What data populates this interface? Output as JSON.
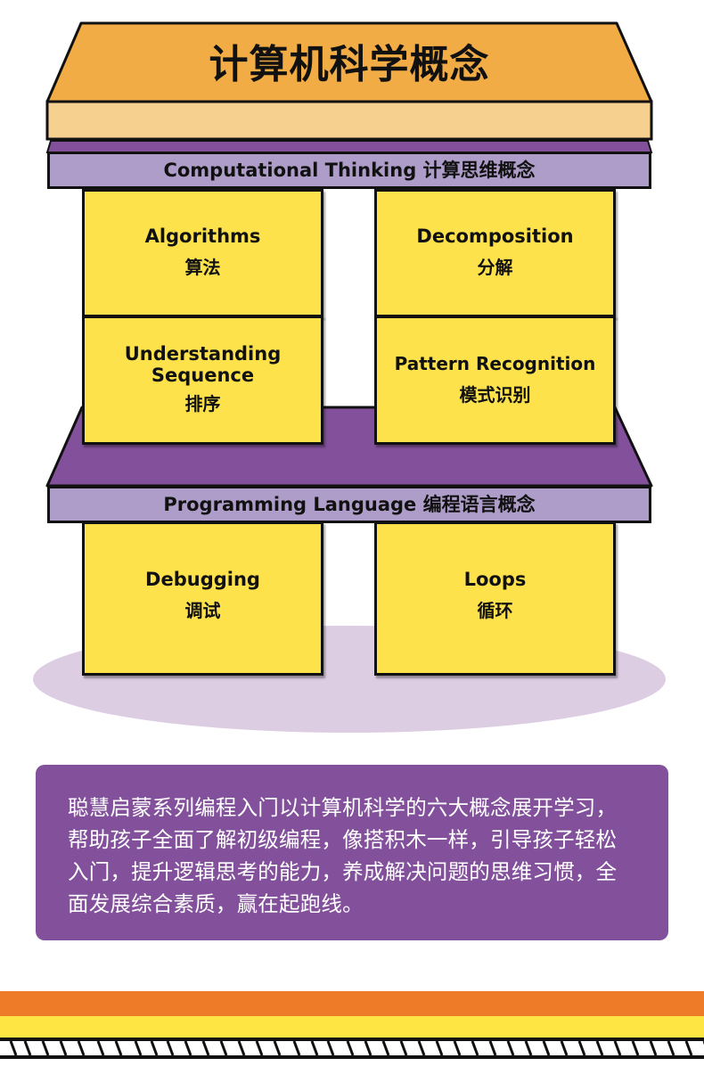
{
  "colors": {
    "roof_top": "#f1ac45",
    "roof_beam": "#f6d08e",
    "purple_dark": "#83519b",
    "banner_lavender": "#af9dc9",
    "box_yellow": "#fde24b",
    "ellipse_shadow": "#dccde3",
    "stripe_orange": "#ee7b28",
    "stripe_yellow": "#fee544"
  },
  "header": {
    "title": "计算机科学概念"
  },
  "computational_thinking": {
    "banner": "Computational Thinking 计算思维概念",
    "boxes": [
      {
        "en": "Algorithms",
        "zh": "算法"
      },
      {
        "en": "Decomposition",
        "zh": "分解"
      },
      {
        "en": "Understanding Sequence",
        "zh": "排序"
      },
      {
        "en": "Pattern Recognition",
        "zh": "模式识别"
      }
    ]
  },
  "programming_language": {
    "banner": "Programming Language 编程语言概念",
    "boxes": [
      {
        "en": "Debugging",
        "zh": "调试"
      },
      {
        "en": "Loops",
        "zh": "循环"
      }
    ]
  },
  "description": {
    "text": "聪慧启蒙系列编程入门以计算机科学的六大概念展开学习，帮助孩子全面了解初级编程，像搭积木一样，引导孩子轻松入门，提升逻辑思考的能力，养成解决问题的思维习惯，全面发展综合素质，赢在起跑线。"
  }
}
